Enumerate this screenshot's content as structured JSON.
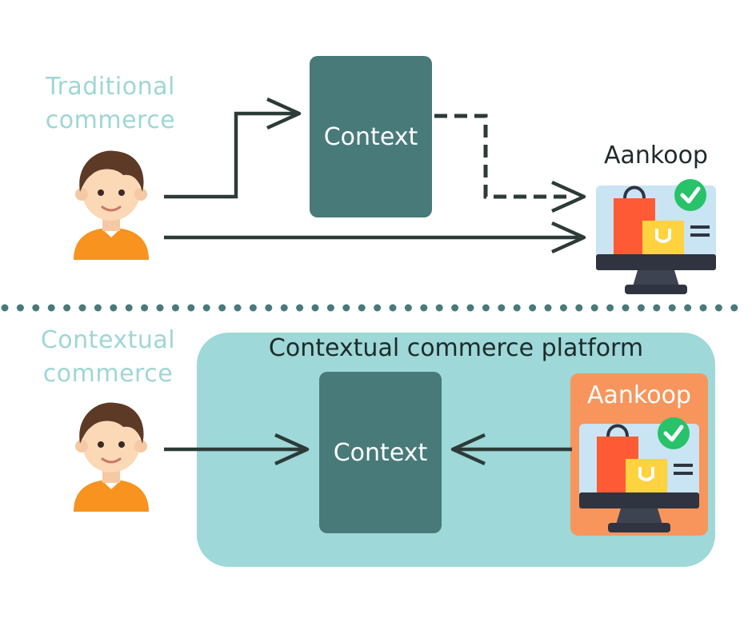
{
  "traditional": {
    "label_line1": "Traditional",
    "label_line2": "commerce",
    "context_label": "Context",
    "purchase_label": "Aankoop"
  },
  "contextual": {
    "label_line1": "Contextual",
    "label_line2": "commerce",
    "platform_title": "Contextual commerce platform",
    "context_label": "Context",
    "purchase_label": "Aankoop"
  },
  "colors": {
    "label_teal": "#9fd6d6",
    "context_box": "#487a7a",
    "platform_bg": "#9ed8d8",
    "arrow": "#2d3b38",
    "divider_dots": "#487a7a",
    "purchase_card": "#f7955c",
    "check_green": "#27c26a"
  }
}
